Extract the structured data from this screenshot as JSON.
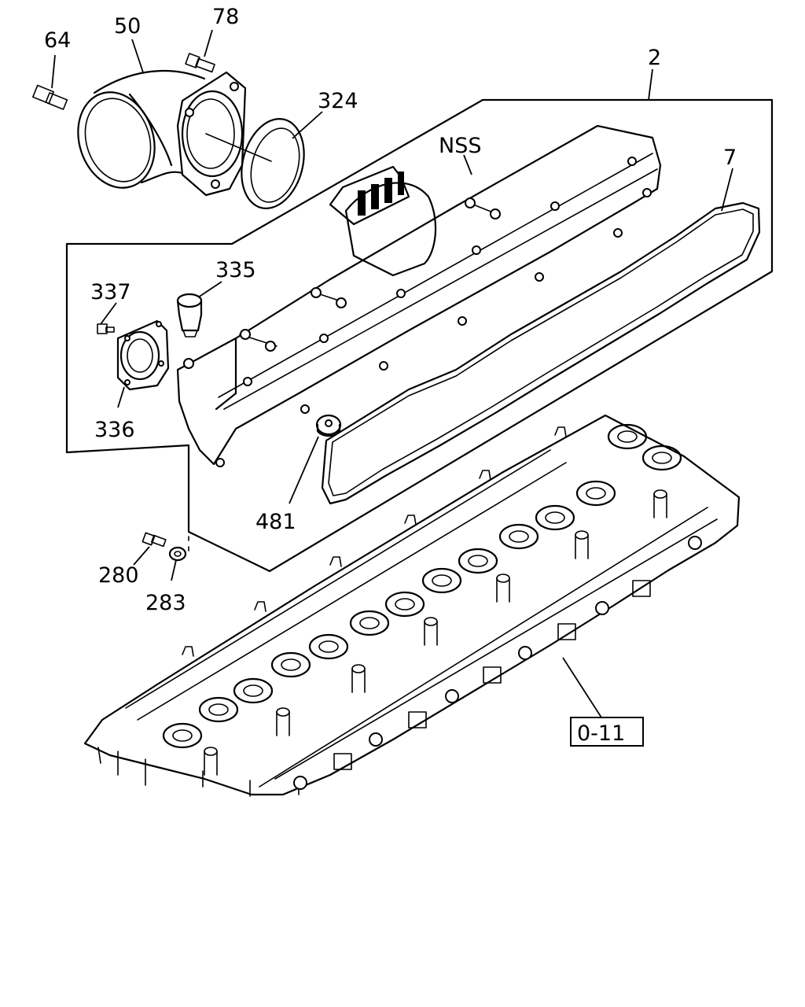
{
  "callouts": {
    "p64": "64",
    "p50": "50",
    "p78": "78",
    "p2": "2",
    "p324": "324",
    "pNSS": "NSS",
    "p7": "7",
    "p335": "335",
    "p337": "337",
    "p336": "336",
    "p481": "481",
    "p280": "280",
    "p283": "283"
  },
  "reference_box": {
    "label": "0-11"
  }
}
